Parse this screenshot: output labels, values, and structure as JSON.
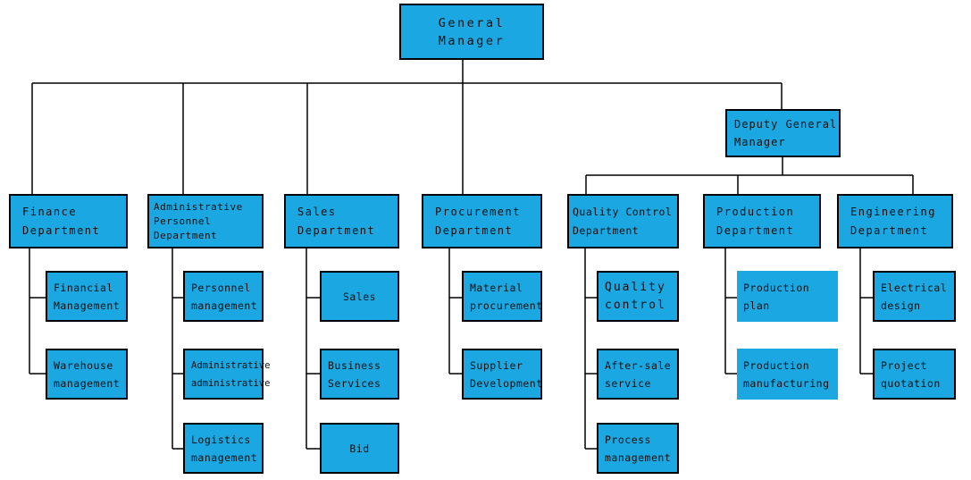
{
  "colors": {
    "node_fill": "#1BA7E1",
    "node_border": "#000000",
    "connector": "#000000",
    "background": "#FFFFFF",
    "text": "#111111"
  },
  "org": {
    "general_manager": "General Manager",
    "deputy_general_manager": "Deputy General\nManager",
    "departments": [
      {
        "name": "Finance\nDepartment",
        "children": [
          "Financial\nManagement",
          "Warehouse\nmanagement"
        ]
      },
      {
        "name": "Administrative\nPersonnel\nDepartment",
        "children": [
          "Personnel\nmanagement",
          "Administrative\nadministrative",
          "Logistics\nmanagement"
        ]
      },
      {
        "name": "Sales\nDepartment",
        "children": [
          "Sales",
          "Business\nServices",
          "Bid"
        ]
      },
      {
        "name": "Procurement\nDepartment",
        "children": [
          "Material\nprocurement",
          "Supplier\nDevelopment"
        ]
      },
      {
        "name": "Quality Control\nDepartment",
        "children": [
          "Quality\ncontrol",
          "After-sale\nservice",
          "Process\nmanagement"
        ]
      },
      {
        "name": "Production\nDepartment",
        "children": [
          "Production\nplan",
          "Production\nmanufacturing"
        ]
      },
      {
        "name": "Engineering\nDepartment",
        "children": [
          "Electrical\ndesign",
          "Project\nquotation"
        ]
      }
    ]
  }
}
